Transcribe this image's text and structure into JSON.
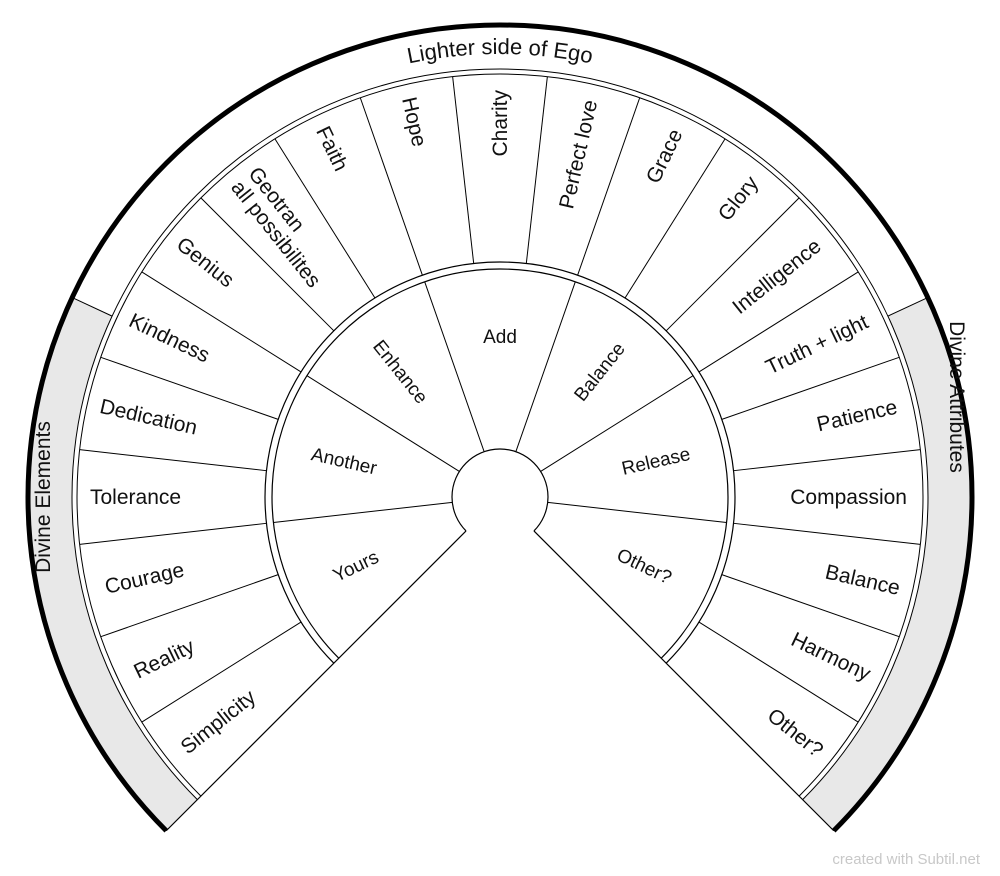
{
  "outer_ring": {
    "top_label": "Lighter side of Ego",
    "left_label": "Divine Elements",
    "right_label": "Divine Attributes"
  },
  "segments": [
    "Simplicity",
    "Reality",
    "Courage",
    "Tolerance",
    "Dedication",
    "Kindness",
    "Genius",
    "Geotran\nall possibilites",
    "Faith",
    "Hope",
    "Charity",
    "Perfect love",
    "Grace",
    "Glory",
    "Intelligence",
    "Truth + light",
    "Patience",
    "Compassion",
    "Balance",
    "Harmony",
    "Other?"
  ],
  "inner_segments": [
    "Yours",
    "Another",
    "Enhance",
    "Add",
    "Balance",
    "Release",
    "Other?"
  ],
  "colors": {
    "band_fill": "#e8e8e8",
    "outline": "#000000",
    "text": "#111111"
  },
  "credit": "created with Subtil.net"
}
